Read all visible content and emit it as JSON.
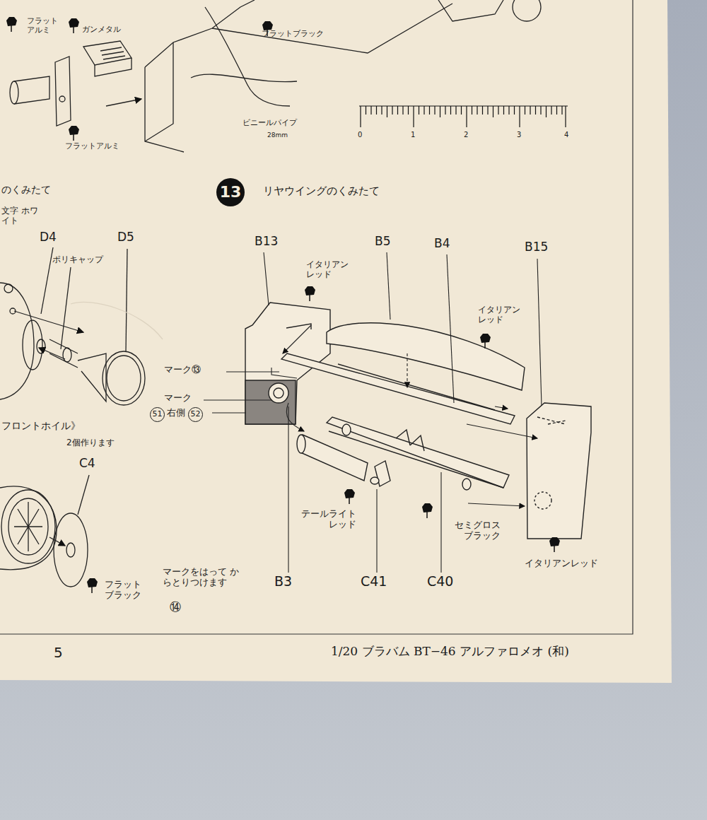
{
  "diagram": {
    "title": "リヤウイングのくみたて",
    "labels": [
      "フラット アルミ",
      "ガンメタル",
      "フラットブラック",
      "ビニールパイプ",
      "28mm",
      "フラットアルミ",
      "0",
      "1",
      "2",
      "3",
      "4",
      "のくみたて",
      "13",
      "文字 ホワイト",
      "D4",
      "D5",
      "ポリキャップ",
      "B13",
      "B5",
      "B4",
      "B15",
      "イタリアン レッド",
      "イタリアン レッド",
      "マーク⑬",
      "マーク",
      "51",
      "右側",
      "52",
      "フロントホイル》",
      "2個作ります",
      "C4",
      "テールライト レッド",
      "セミグロス ブラック",
      "イタリアンレッド",
      "マークをはって からとりつけます",
      "B3",
      "C41",
      "C40",
      "フラット ブラック",
      "⑭",
      "5",
      "1/20 ブラバム BT−46 アルファロメオ (和)"
    ]
  }
}
